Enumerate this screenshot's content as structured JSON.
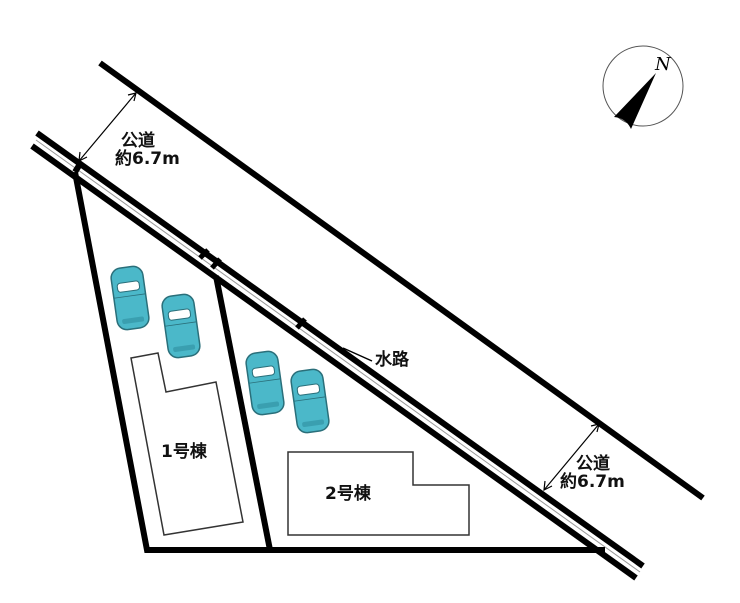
{
  "roads": [
    {
      "name": "公道",
      "width": "約6.7m"
    },
    {
      "name": "公道",
      "width": "約6.7m"
    }
  ],
  "waterway": {
    "label": "水路"
  },
  "buildings": [
    {
      "label": "1号棟"
    },
    {
      "label": "2号棟"
    }
  ],
  "compass": {
    "label": "N"
  },
  "colors": {
    "car": "#4bb8c9",
    "line": "#000000"
  }
}
